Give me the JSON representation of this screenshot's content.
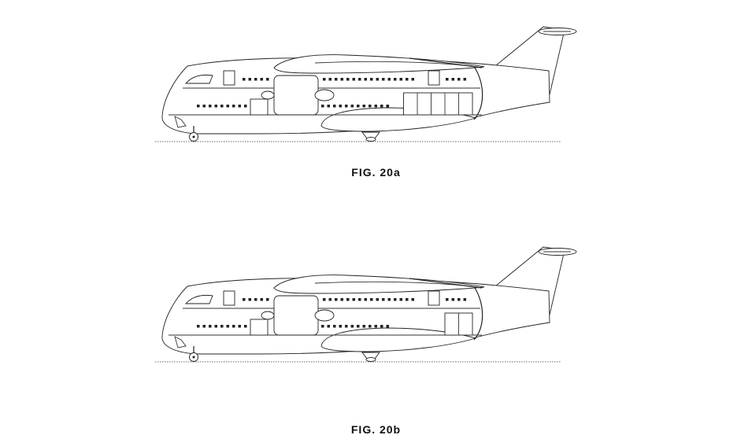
{
  "figures": [
    {
      "caption": "FIG. 20a",
      "cargo_bays": 5
    },
    {
      "caption": "FIG. 20b",
      "cargo_bays": 2
    }
  ],
  "colors": {
    "line": "#222222",
    "background": "#ffffff"
  }
}
